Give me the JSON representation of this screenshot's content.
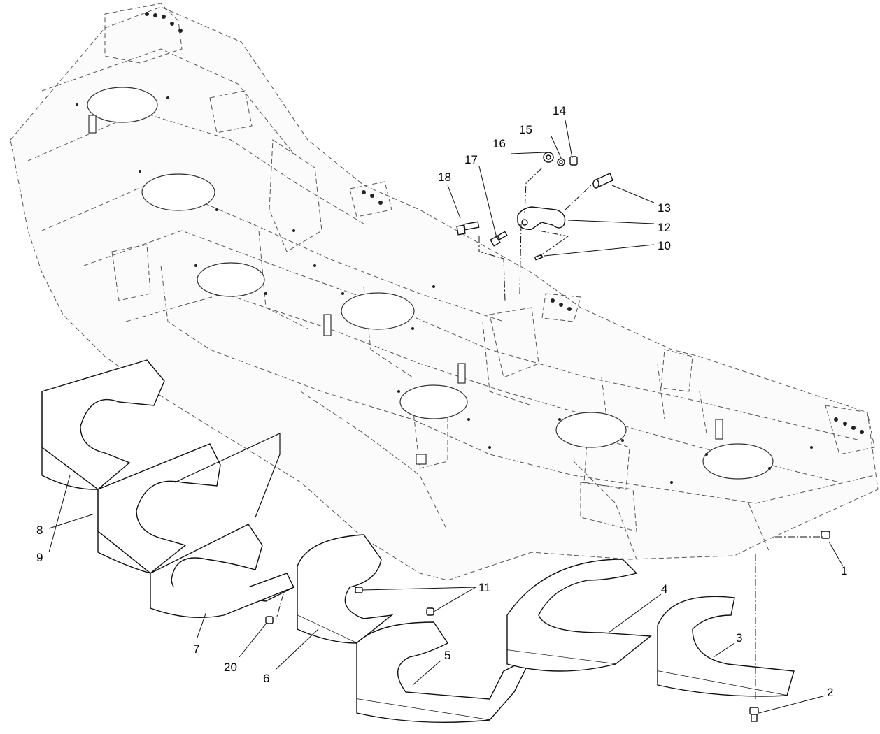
{
  "callouts": [
    {
      "id": "1",
      "label": "1"
    },
    {
      "id": "2",
      "label": "2"
    },
    {
      "id": "3",
      "label": "3"
    },
    {
      "id": "4",
      "label": "4"
    },
    {
      "id": "5",
      "label": "5"
    },
    {
      "id": "6",
      "label": "6"
    },
    {
      "id": "7",
      "label": "7"
    },
    {
      "id": "8",
      "label": "8"
    },
    {
      "id": "9",
      "label": "9"
    },
    {
      "id": "10",
      "label": "10"
    },
    {
      "id": "11",
      "label": "11"
    },
    {
      "id": "12",
      "label": "12"
    },
    {
      "id": "13",
      "label": "13"
    },
    {
      "id": "14",
      "label": "14"
    },
    {
      "id": "15",
      "label": "15"
    },
    {
      "id": "16",
      "label": "16"
    },
    {
      "id": "17",
      "label": "17"
    },
    {
      "id": "18",
      "label": "18"
    },
    {
      "id": "20",
      "label": "20"
    }
  ]
}
